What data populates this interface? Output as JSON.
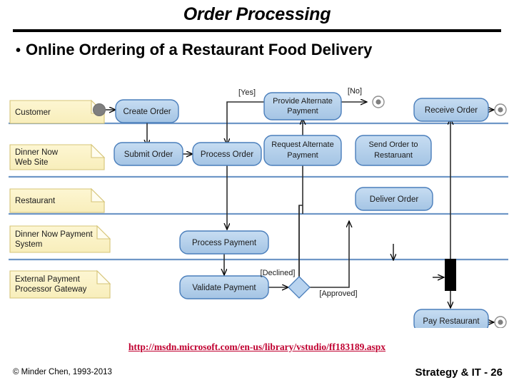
{
  "slide": {
    "title": "Order Processing",
    "bullet_marker": "•",
    "bullet_text": "Online Ordering of a Restaurant Food Delivery",
    "url": "http://msdn.microsoft.com/en-us/library/vstudio/ff183189.aspx",
    "copyright": "© Minder Chen, 1993-2013",
    "page_marker": "Strategy & IT - 26"
  },
  "colors": {
    "activity_fill": "#aecbe8",
    "activity_stroke": "#4a7ebb",
    "lane_label_fill": "#fdf3c8",
    "lane_label_stroke": "#d9c87a",
    "lane_divider": "#6f97c7",
    "start_node": "#7f7f7f",
    "decision_fill": "#b8d3ef",
    "bar_fill": "#000000",
    "link_red": "#c00030",
    "arrow": "#000000"
  },
  "diagram": {
    "type": "uml-activity-swimlane",
    "lanes": [
      {
        "id": "lane-customer",
        "label": "Customer"
      },
      {
        "id": "lane-web-site",
        "label": "Dinner Now\nWeb Site"
      },
      {
        "id": "lane-restaurant",
        "label": "Restaurant"
      },
      {
        "id": "lane-payment-system",
        "label": "Dinner Now Payment\nSystem"
      },
      {
        "id": "lane-external-gateway",
        "label": "External Payment\nProcessor Gateway"
      }
    ],
    "lane_labels": [
      {
        "id": "lane-label-customer",
        "lines": [
          "Customer"
        ]
      },
      {
        "id": "lane-label-web-site",
        "lines": [
          "Dinner Now",
          "Web Site"
        ]
      },
      {
        "id": "lane-label-restaurant",
        "lines": [
          "Restaurant"
        ]
      },
      {
        "id": "lane-label-payment-system",
        "lines": [
          "Dinner Now Payment",
          "System"
        ]
      },
      {
        "id": "lane-label-external-gateway",
        "lines": [
          "External Payment",
          "Processor Gateway"
        ]
      }
    ],
    "activities": [
      {
        "id": "create-order",
        "lines": [
          "Create Order"
        ],
        "lane": "lane-customer"
      },
      {
        "id": "provide-alternate-payment",
        "lines": [
          "Provide Alternate",
          "Payment"
        ],
        "lane": "lane-customer"
      },
      {
        "id": "receive-order",
        "lines": [
          "Receive Order"
        ],
        "lane": "lane-customer"
      },
      {
        "id": "submit-order",
        "lines": [
          "Submit Order"
        ],
        "lane": "lane-web-site"
      },
      {
        "id": "process-order",
        "lines": [
          "Process Order"
        ],
        "lane": "lane-web-site"
      },
      {
        "id": "request-alternate-payment",
        "lines": [
          "Request Alternate",
          "Payment"
        ],
        "lane": "lane-web-site"
      },
      {
        "id": "send-order-to-restaurant",
        "lines": [
          "Send Order to",
          "Restaruant"
        ],
        "lane": "lane-web-site"
      },
      {
        "id": "deliver-order",
        "lines": [
          "Deliver Order"
        ],
        "lane": "lane-restaurant"
      },
      {
        "id": "process-payment",
        "lines": [
          "Process Payment"
        ],
        "lane": "lane-payment-system"
      },
      {
        "id": "pay-restaurant",
        "lines": [
          "Pay Restaurant"
        ],
        "lane": "lane-payment-system"
      },
      {
        "id": "validate-payment",
        "lines": [
          "Validate Payment"
        ],
        "lane": "lane-external-gateway"
      }
    ],
    "nodes": [
      {
        "id": "initial-node",
        "kind": "initial"
      },
      {
        "id": "final-node-alternate-payment",
        "kind": "final"
      },
      {
        "id": "final-node-receive-order",
        "kind": "final"
      },
      {
        "id": "final-node-pay-restaurant",
        "kind": "final"
      },
      {
        "id": "decision-node-payment",
        "kind": "decision"
      },
      {
        "id": "join-bar-delivery",
        "kind": "join-bar"
      }
    ],
    "edge_labels": [
      {
        "id": "edge-label-yes",
        "text": "[Yes]"
      },
      {
        "id": "edge-label-no",
        "text": "[No]"
      },
      {
        "id": "edge-label-declined",
        "text": "[Declined]"
      },
      {
        "id": "edge-label-approved",
        "text": "[Approved]"
      }
    ]
  }
}
